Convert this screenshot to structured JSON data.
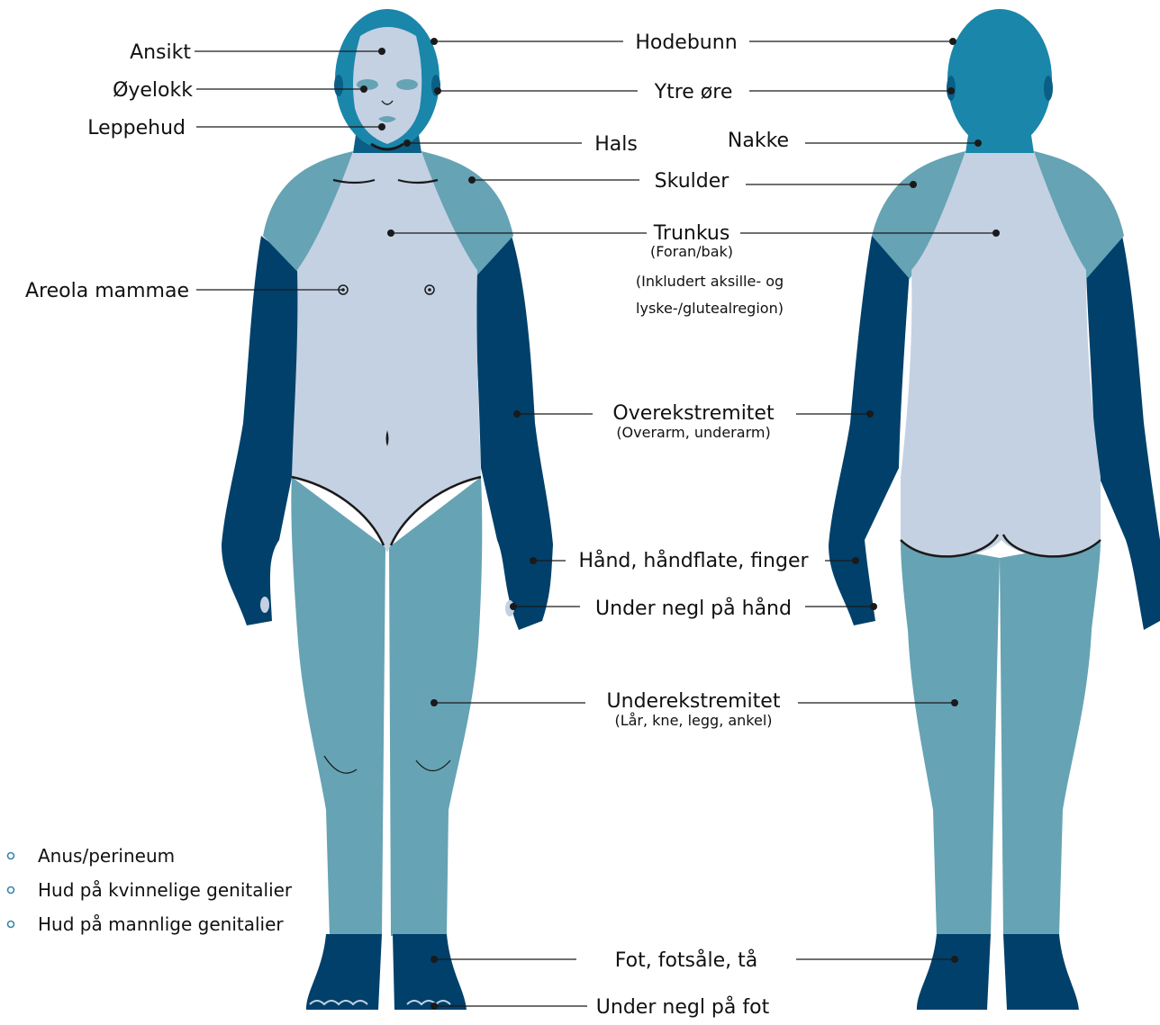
{
  "colors": {
    "dark_navy": "#00406a",
    "medium_teal": "#66a3b4",
    "light_blue_gray": "#c4d1e3",
    "head_teal": "#1a86aa",
    "head_dark": "#0b5f86",
    "line": "#1a1a1a",
    "bullet": "#3a86a8"
  },
  "labels": {
    "ansikt": "Ansikt",
    "oyelokk": "Øyelokk",
    "leppehud": "Leppehud",
    "areola": "Areola mammae",
    "hodebunn": "Hodebunn",
    "ytre_ore": "Ytre øre",
    "hals": "Hals",
    "nakke": "Nakke",
    "skulder": "Skulder",
    "trunkus": "Trunkus",
    "trunkus_sub1": "(Foran/bak)",
    "trunkus_sub2": "(Inkludert aksille- og",
    "trunkus_sub3": "lyske-/glutealregion)",
    "overekstremitet": "Overekstremitet",
    "overekstremitet_sub": "(Overarm, underarm)",
    "hand": "Hånd, håndflate, finger",
    "under_negl_hand": "Under negl på hånd",
    "underekstremitet": "Underekstremitet",
    "underekstremitet_sub": "(Lår, kne, legg, ankel)",
    "fot": "Fot, fotsåle, tå",
    "under_negl_fot": "Under negl på fot"
  },
  "extra_regions": [
    "Anus/perineum",
    "Hud på kvinnelige genitalier",
    "Hud på mannlige genitalier"
  ]
}
